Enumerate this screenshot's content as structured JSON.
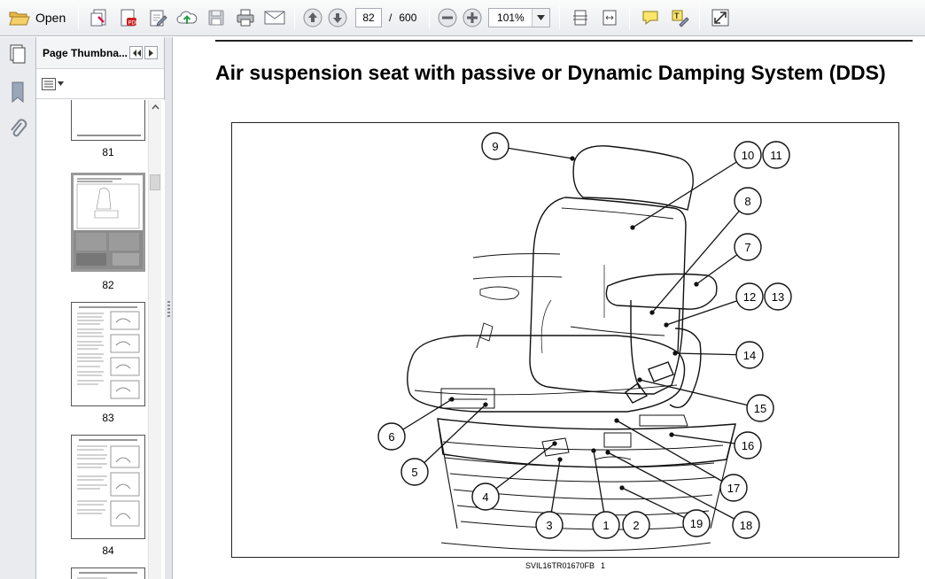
{
  "toolbar": {
    "open_label": "Open",
    "current_page": "82",
    "page_separator": "/",
    "total_pages": "600",
    "zoom_value": "101%",
    "icons": [
      "folder-open-icon",
      "create-pdf-icon",
      "export-pdf-icon",
      "edit-pdf-icon",
      "upload-cloud-icon",
      "save-icon",
      "print-icon",
      "email-icon",
      "page-up-icon",
      "page-down-icon",
      "zoom-out-icon",
      "zoom-in-icon",
      "zoom-dropdown-icon",
      "fit-page-icon",
      "fit-width-icon",
      "comment-icon",
      "highlight-icon",
      "full-screen-icon"
    ]
  },
  "side_rail": {
    "icons": [
      "page-thumbnails-icon",
      "bookmarks-icon",
      "attachments-icon"
    ]
  },
  "thumbnails": {
    "title": "Page Thumbna...",
    "pages": [
      {
        "label": "81"
      },
      {
        "label": "82",
        "selected": true
      },
      {
        "label": "83"
      },
      {
        "label": "84"
      }
    ]
  },
  "document": {
    "heading": "Air suspension seat with passive or Dynamic Damping System (DDS)",
    "figure_code": "SVIL16TR01670FB",
    "figure_number": "1",
    "callouts": [
      "9",
      "10",
      "11",
      "8",
      "7",
      "12",
      "13",
      "14",
      "15",
      "16",
      "17",
      "18",
      "19",
      "2",
      "1",
      "3",
      "4",
      "5",
      "6"
    ]
  },
  "colors": {
    "toolbar_bg": "#e9ebee",
    "panel_border": "#b8bcc4",
    "selected_thumb": "#7e7e7e"
  }
}
